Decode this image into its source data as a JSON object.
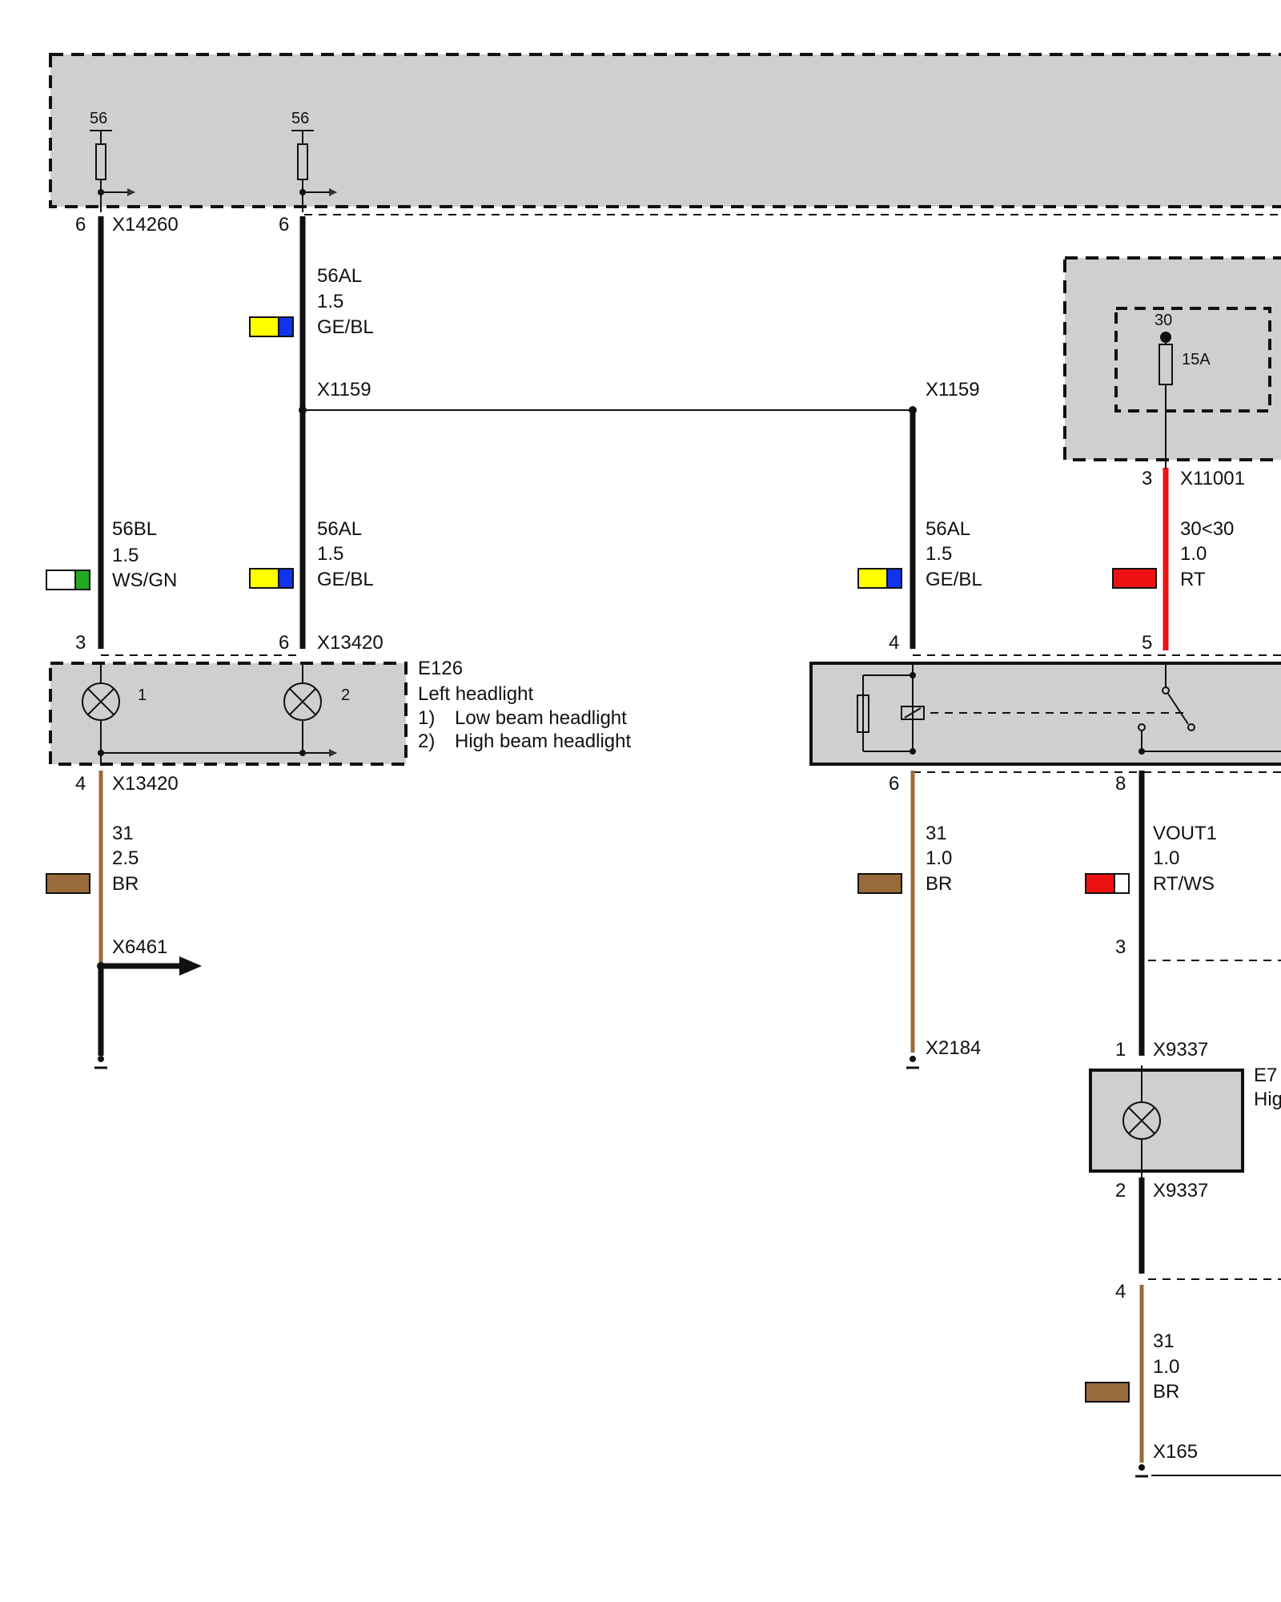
{
  "colors": {
    "black": "#111111",
    "red": "#ee1111",
    "brown": "#9a6b3a",
    "yellow": "#ffff00",
    "blue": "#1133ee",
    "green": "#22aa22",
    "white": "#ffffff",
    "box_fill": "#cfcfcf"
  },
  "top_module": {
    "fuse_a_label": "56",
    "fuse_b_label": "56",
    "pin_a": "6",
    "pin_b": "6",
    "connector": "X14260"
  },
  "wires": {
    "w_56al_top": {
      "code": "56AL",
      "gauge": "1.5",
      "color": "GE/BL"
    },
    "w_56bl": {
      "code": "56BL",
      "gauge": "1.5",
      "color": "WS/GN"
    },
    "w_56al_left": {
      "code": "56AL",
      "gauge": "1.5",
      "color": "GE/BL"
    },
    "w_56al_right": {
      "code": "56AL",
      "gauge": "1.5",
      "color": "GE/BL"
    },
    "w_30": {
      "code": "30<30",
      "gauge": "1.0",
      "color": "RT"
    },
    "w_31_left": {
      "code": "31",
      "gauge": "2.5",
      "color": "BR"
    },
    "w_31_mid": {
      "code": "31",
      "gauge": "1.0",
      "color": "BR"
    },
    "w_vout1": {
      "code": "VOUT1",
      "gauge": "1.0",
      "color": "RT/WS"
    },
    "w_31_right": {
      "code": "31",
      "gauge": "1.0",
      "color": "BR"
    }
  },
  "splices": {
    "x1159_left": "X1159",
    "x1159_right": "X1159"
  },
  "fuse_box": {
    "terminal": "30",
    "rating": "15A",
    "pin": "3",
    "connector": "X11001"
  },
  "headlight": {
    "pin_left_top": "3",
    "pin_right_top": "6",
    "connector_top": "X13420",
    "lamp1_num": "1",
    "lamp2_num": "2",
    "pin_bottom": "4",
    "connector_bottom": "X13420",
    "id": "E126",
    "name": "Left headlight",
    "legend": [
      {
        "num": "1)",
        "text": "Low beam headlight"
      },
      {
        "num": "2)",
        "text": "High beam headlight"
      }
    ]
  },
  "relay": {
    "pin_top_left": "4",
    "pin_top_right": "5",
    "pin_bottom_left": "6",
    "pin_bottom_right": "8"
  },
  "grounds": {
    "x6461": "X6461",
    "x2184": "X2184",
    "x165": "X165"
  },
  "right_lamp": {
    "pin_mid": "3",
    "pin_top": "1",
    "connector_top": "X9337",
    "pin_bottom": "2",
    "connector_bottom": "X9337",
    "pin_lower": "4",
    "id_partial": "E7",
    "name_partial": "Hig"
  }
}
